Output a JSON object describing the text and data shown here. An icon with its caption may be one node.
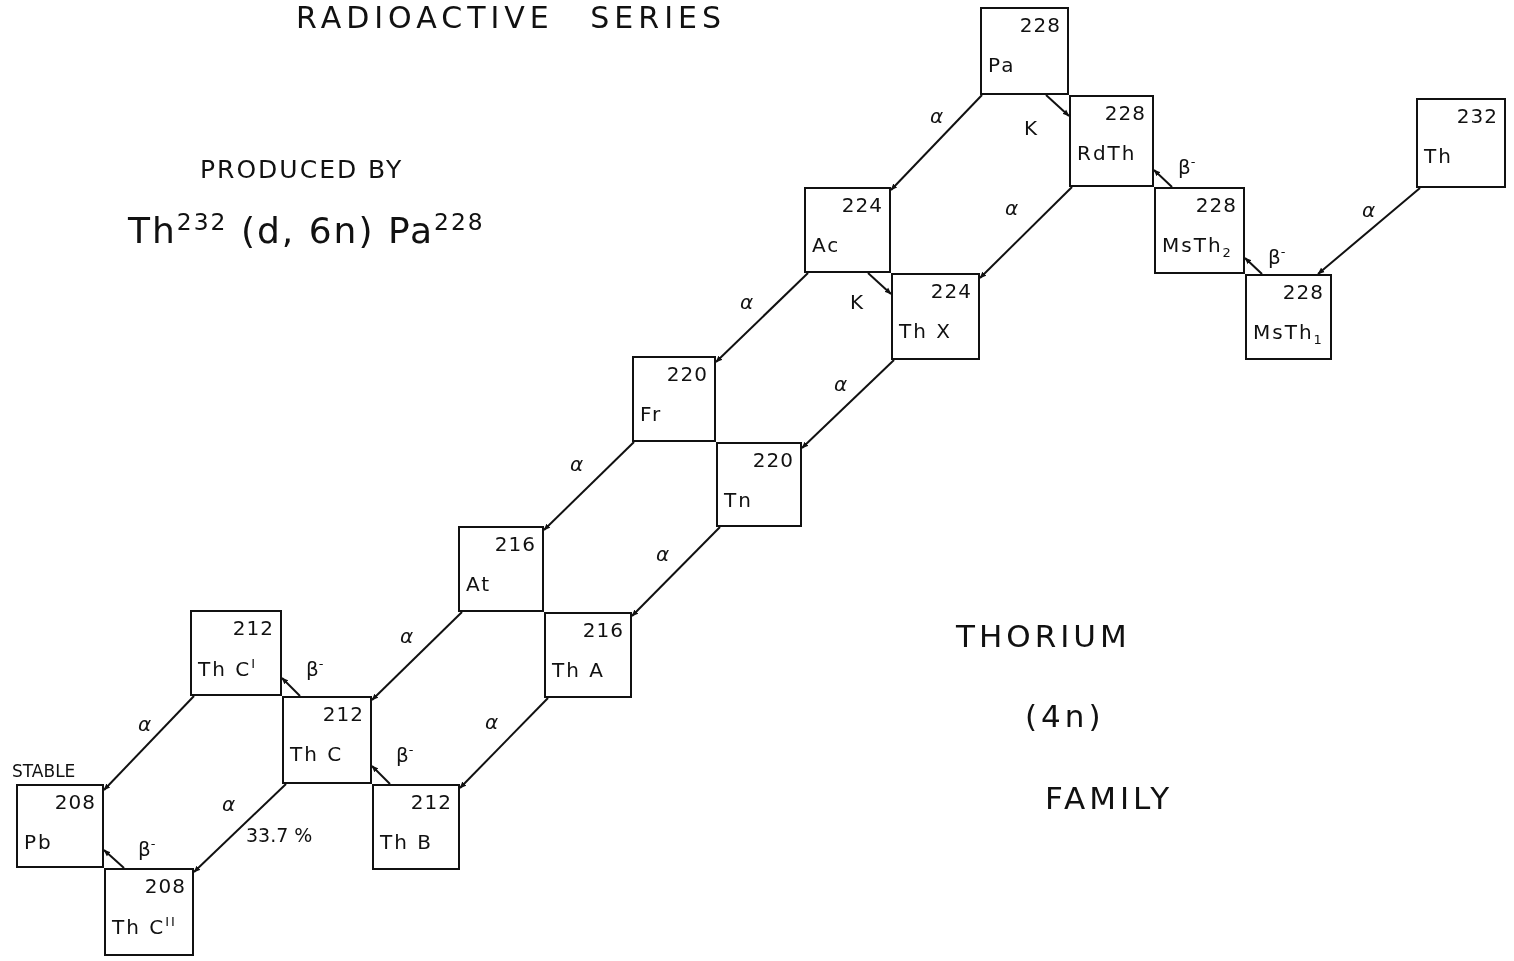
{
  "diagram": {
    "title": "RADIOACTIVE SERIES",
    "nodes": [
      {
        "text": [
          "228",
          "Pa"
        ]
      },
      {
        "text": [
          "228",
          "RdTh"
        ]
      },
      {
        "text": [
          "232",
          "Th"
        ]
      },
      {
        "text": [
          "224",
          "Ac"
        ]
      },
      {
        "text": [
          "228",
          "MsTh$_{2}$"
        ]
      },
      {
        "text": [
          "224",
          "Th X"
        ]
      },
      {
        "text": [
          "228",
          "MsTh$_{1}$"
        ]
      },
      {
        "text": [
          "220",
          "Fr"
        ]
      },
      {
        "text": [
          "220",
          "Tn"
        ]
      },
      {
        "text": [
          "216",
          "At"
        ]
      },
      {
        "text": [
          "212",
          "Th C$^{I}$"
        ]
      },
      {
        "text": [
          "216",
          "Th A"
        ]
      },
      {
        "text": [
          "212",
          "Th C"
        ]
      },
      {
        "text": [
          "212",
          "Th B"
        ]
      },
      {
        "text": [
          "208",
          "Pb"
        ],
        "beside": [
          "STABLE"
        ]
      },
      {
        "text": [
          "208",
          "Th C$^{II}$"
        ]
      }
    ],
    "edges": [
      {
        "from": 2,
        "to": 6,
        "arrow": "to",
        "label": "α"
      },
      {
        "from": 6,
        "to": 4,
        "arrow": "to",
        "label": "β$^{-}$"
      },
      {
        "from": 4,
        "to": 1,
        "arrow": "to",
        "label": "β$^{-}$"
      },
      {
        "from": 0,
        "to": 1,
        "arrow": "to",
        "label": "K"
      },
      {
        "from": 0,
        "to": 3,
        "arrow": "to",
        "label": "α"
      },
      {
        "from": 1,
        "to": 5,
        "arrow": "to",
        "label": "α"
      },
      {
        "from": 3,
        "to": 5,
        "arrow": "to",
        "label": "K"
      },
      {
        "from": 3,
        "to": 7,
        "arrow": "to",
        "label": "α"
      },
      {
        "from": 5,
        "to": 8,
        "arrow": "to",
        "label": "α"
      },
      {
        "from": 7,
        "to": 9,
        "arrow": "to",
        "label": "α"
      },
      {
        "from": 8,
        "to": 11,
        "arrow": "to",
        "label": "α"
      },
      {
        "from": 9,
        "to": 12,
        "arrow": "to",
        "label": "α"
      },
      {
        "from": 12,
        "to": 10,
        "arrow": "to",
        "label": "β$^{-}$"
      },
      {
        "from": 11,
        "to": 13,
        "arrow": "to",
        "label": "α"
      },
      {
        "from": 13,
        "to": 12,
        "arrow": "to",
        "label": "β$^{-}$"
      },
      {
        "from": 10,
        "to": 14,
        "arrow": "to",
        "label": "α"
      },
      {
        "from": 12,
        "to": 15,
        "arrow": "to",
        "label": "α"
      },
      {
        "from": 15,
        "to": 14,
        "arrow": "to",
        "label": "β$^{-}$"
      }
    ],
    "labels": [
      "PRODUCED BY",
      "Th$^{232}$ (d, 6n) Pa$^{228}$",
      "33.7 %",
      "THORIUM",
      "(4n)",
      "FAMILY"
    ]
  }
}
